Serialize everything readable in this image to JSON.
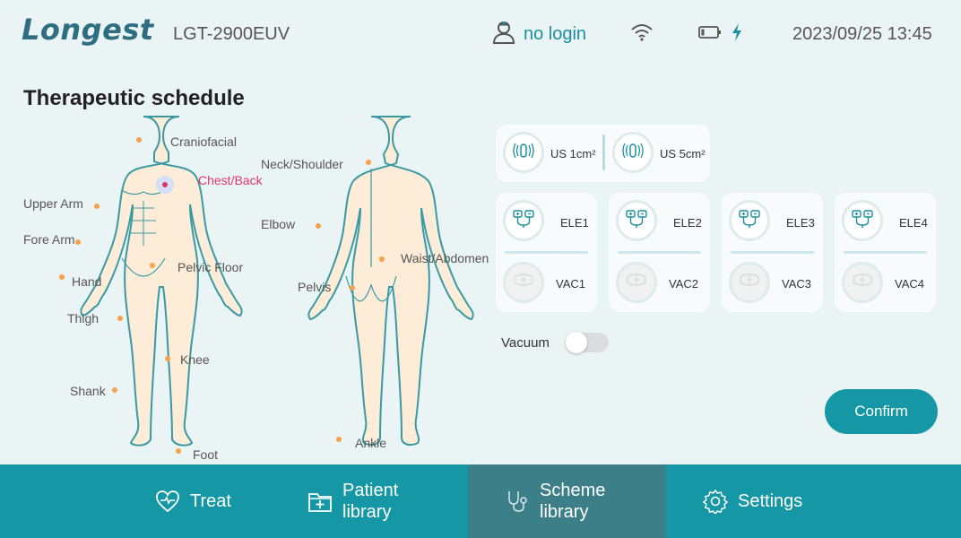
{
  "header": {
    "logo": "Longest",
    "model": "LGT-2900EUV",
    "login": "no login",
    "datetime": "2023/09/25 13:45"
  },
  "page": {
    "title": "Therapeutic schedule"
  },
  "body_parts": {
    "front": [
      "Craniofacial",
      "Chest/Back",
      "Upper Arm",
      "Fore Arm",
      "Hand",
      "Pelvic Floor",
      "Thigh",
      "Knee",
      "Shank",
      "Foot"
    ],
    "back": [
      "Neck/Shoulder",
      "Elbow",
      "Waist/Abdomen",
      "Pelvis",
      "Ankle"
    ],
    "selected": "Chest/Back"
  },
  "ultrasound": [
    {
      "label": "US 1cm²",
      "icon": "ultrasound-probe-icon"
    },
    {
      "label": "US 5cm²",
      "icon": "ultrasound-probe-icon"
    }
  ],
  "channels": [
    {
      "ele": "ELE1",
      "vac": "VAC1"
    },
    {
      "ele": "ELE2",
      "vac": "VAC2"
    },
    {
      "ele": "ELE3",
      "vac": "VAC3"
    },
    {
      "ele": "ELE4",
      "vac": "VAC4"
    }
  ],
  "vacuum": {
    "label": "Vacuum",
    "enabled": false
  },
  "confirm_label": "Confirm",
  "nav": [
    {
      "label": "Treat",
      "icon": "heart-pulse-icon"
    },
    {
      "label": "Patient library",
      "icon": "folder-medical-icon"
    },
    {
      "label": "Scheme library",
      "icon": "stethoscope-icon",
      "active": true
    },
    {
      "label": "Settings",
      "icon": "gear-icon"
    }
  ],
  "colors": {
    "accent": "#1697a6",
    "active_part": "#e0356b",
    "point": "#f6a14c",
    "logo": "#2f6e82"
  }
}
